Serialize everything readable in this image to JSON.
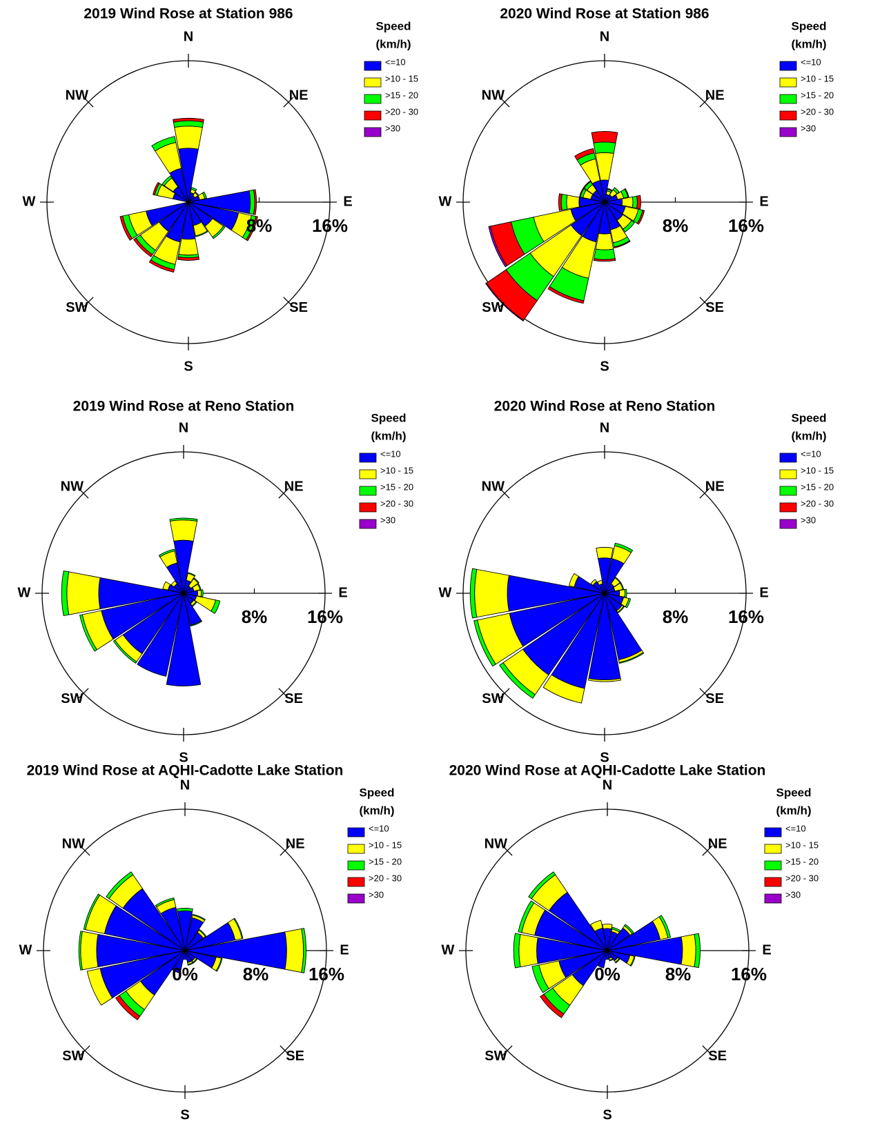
{
  "colors": {
    "speed_bins": [
      "#0000ff",
      "#ffff00",
      "#00ff00",
      "#ff0000",
      "#9900cc"
    ]
  },
  "chart_data": [
    {
      "type": "wind-rose",
      "title": "2019 Wind Rose at Station 986",
      "legend": {
        "title_line1": "Speed",
        "title_line2": "(km/h)",
        "entries": [
          "<=10",
          ">10 - 15",
          ">15 - 20",
          ">20 - 30",
          ">30"
        ]
      },
      "directions": [
        "N",
        "NE",
        "E",
        "SE",
        "S",
        "SW",
        "W",
        "NW"
      ],
      "radial_labels": [
        "8%",
        "16%"
      ],
      "rmax": 16,
      "sector_angles": [
        0,
        22.5,
        45,
        67.5,
        90,
        112.5,
        135,
        157.5,
        180,
        202.5,
        225,
        247.5,
        270,
        292.5,
        315,
        337.5
      ],
      "series": [
        [
          6.1,
          1.1,
          0.9,
          1.3,
          7.0,
          5.8,
          3.3,
          2.7,
          4.2,
          4.6,
          4.0,
          4.9,
          0.0,
          1.8,
          2.1,
          3.9
        ],
        [
          2.5,
          0.4,
          0.4,
          0.6,
          0.0,
          1.5,
          1.5,
          1.2,
          1.8,
          2.6,
          2.6,
          2.0,
          0.0,
          1.8,
          1.2,
          3.0
        ],
        [
          0.6,
          0.2,
          0.1,
          0.2,
          0.5,
          0.5,
          0.2,
          0.1,
          0.3,
          0.6,
          0.6,
          0.7,
          0.0,
          0.3,
          0.3,
          0.7
        ],
        [
          0.3,
          0.0,
          0.0,
          0.0,
          0.2,
          0.2,
          0.0,
          0.0,
          0.3,
          0.3,
          0.3,
          0.3,
          0.0,
          0.2,
          0.0,
          0.0
        ],
        [
          0,
          0,
          0,
          0,
          0,
          0,
          0,
          0,
          0,
          0,
          0,
          0,
          0,
          0,
          0,
          0
        ]
      ]
    },
    {
      "type": "wind-rose",
      "title": "2020 Wind Rose at Station 986",
      "legend": {
        "title_line1": "Speed",
        "title_line2": "(km/h)",
        "entries": [
          "<=10",
          ">10 - 15",
          ">15 - 20",
          ">20 - 30",
          ">30"
        ]
      },
      "directions": [
        "N",
        "NE",
        "E",
        "SE",
        "S",
        "SW",
        "W",
        "NW"
      ],
      "radial_labels": [
        "8%",
        "16%"
      ],
      "rmax": 16,
      "sector_angles": [
        0,
        22.5,
        45,
        67.5,
        90,
        112.5,
        135,
        157.5,
        180,
        202.5,
        225,
        247.5,
        270,
        292.5,
        315,
        337.5
      ],
      "series": [
        [
          2.5,
          0.9,
          1.0,
          1.5,
          2.0,
          2.4,
          2.5,
          3.2,
          3.6,
          4.6,
          4.6,
          3.9,
          2.9,
          1.6,
          1.6,
          2.5
        ],
        [
          3.1,
          0.4,
          0.7,
          0.7,
          1.2,
          1.5,
          1.2,
          1.5,
          1.8,
          4.2,
          5.6,
          4.3,
          1.4,
          0.9,
          0.8,
          2.5
        ],
        [
          1.2,
          0.2,
          0.3,
          0.5,
          0.5,
          0.5,
          0.4,
          0.5,
          1.1,
          2.6,
          3.3,
          2.6,
          0.6,
          0.3,
          0.4,
          0.7
        ],
        [
          1.2,
          0.1,
          0.0,
          0.1,
          0.4,
          0.2,
          0.0,
          0.1,
          0.2,
          0.3,
          2.7,
          2.4,
          0.3,
          0.1,
          0.1,
          0.5
        ],
        [
          0,
          0,
          0,
          0,
          0,
          0,
          0,
          0,
          0,
          0,
          0.1,
          0.2,
          0,
          0,
          0,
          0
        ]
      ]
    },
    {
      "type": "wind-rose",
      "title": "2019 Wind Rose at Reno Station",
      "legend": {
        "title_line1": "Speed",
        "title_line2": "(km/h)",
        "entries": [
          "<=10",
          ">10 - 15",
          ">15 - 20",
          ">20 - 30",
          ">30"
        ]
      },
      "directions": [
        "N",
        "NE",
        "E",
        "SE",
        "S",
        "SW",
        "W",
        "NW"
      ],
      "radial_labels": [
        "8%",
        "16%"
      ],
      "rmax": 16,
      "sector_angles": [
        0,
        22.5,
        45,
        67.5,
        90,
        112.5,
        135,
        157.5,
        180,
        202.5,
        225,
        247.5,
        270,
        292.5,
        315,
        337.5
      ],
      "series": [
        [
          6.0,
          1.5,
          1.0,
          1.2,
          1.6,
          1.5,
          1.4,
          3.7,
          10.5,
          9.6,
          8.3,
          9.5,
          9.6,
          1.8,
          1.3,
          3.5
        ],
        [
          2.3,
          0.8,
          1.0,
          0.7,
          0.4,
          2.2,
          0.3,
          0.0,
          0.0,
          0.0,
          1.1,
          2.2,
          3.6,
          0.6,
          0.4,
          1.4
        ],
        [
          0.2,
          0.1,
          0.1,
          0.1,
          0.2,
          0.5,
          0.1,
          0.1,
          0.0,
          0.0,
          0.2,
          0.3,
          0.6,
          0.0,
          0.0,
          0.2
        ],
        [
          0,
          0,
          0,
          0,
          0,
          0,
          0,
          0,
          0,
          0,
          0,
          0,
          0,
          0,
          0,
          0
        ],
        [
          0,
          0,
          0,
          0,
          0,
          0,
          0,
          0,
          0,
          0,
          0,
          0,
          0,
          0,
          0,
          0
        ]
      ]
    },
    {
      "type": "wind-rose",
      "title": "2020 Wind Rose at Reno Station",
      "legend": {
        "title_line1": "Speed",
        "title_line2": "(km/h)",
        "entries": [
          "<=10",
          ">10 - 15",
          ">15 - 20",
          ">20 - 30",
          ">30"
        ]
      },
      "directions": [
        "N",
        "NE",
        "E",
        "SE",
        "S",
        "SW",
        "W",
        "NW"
      ],
      "radial_labels": [
        "8%",
        "16%"
      ],
      "rmax": 16,
      "sector_angles": [
        0,
        22.5,
        45,
        67.5,
        90,
        112.5,
        135,
        157.5,
        180,
        202.5,
        225,
        247.5,
        270,
        292.5,
        315,
        337.5
      ],
      "series": [
        [
          4.0,
          4.0,
          1.3,
          1.2,
          1.7,
          2.2,
          2.4,
          7.7,
          9.8,
          11.0,
          11.2,
          11.0,
          11.0,
          3.5,
          1.6,
          1.1
        ],
        [
          1.2,
          1.5,
          0.8,
          0.9,
          0.6,
          0.6,
          0.2,
          0.3,
          0.2,
          1.7,
          2.7,
          3.7,
          3.7,
          0.6,
          0.3,
          0.4
        ],
        [
          0.0,
          0.3,
          0.1,
          0.1,
          0.2,
          0.2,
          0.1,
          0.1,
          0.0,
          0.0,
          0.5,
          0.4,
          0.5,
          0.0,
          0.0,
          0.0
        ],
        [
          0,
          0,
          0,
          0,
          0,
          0,
          0,
          0,
          0,
          0,
          0,
          0,
          0,
          0,
          0,
          0
        ],
        [
          0,
          0,
          0,
          0,
          0,
          0,
          0,
          0,
          0,
          0,
          0,
          0,
          0,
          0,
          0,
          0
        ]
      ]
    },
    {
      "type": "wind-rose",
      "title": "2019 Wind Rose at AQHI-Cadotte Lake Station",
      "legend": {
        "title_line1": "Speed",
        "title_line2": "(km/h)",
        "entries": [
          "<=10",
          ">10 - 15",
          ">15 - 20",
          ">20 - 30",
          ">30"
        ]
      },
      "directions": [
        "N",
        "NE",
        "E",
        "SE",
        "S",
        "SW",
        "W",
        "NW"
      ],
      "radial_labels": [
        "0%",
        "8%",
        "16%"
      ],
      "rmax": 16,
      "sector_angles": [
        0,
        22.5,
        45,
        67.5,
        90,
        112.5,
        135,
        157.5,
        180,
        202.5,
        225,
        247.5,
        270,
        292.5,
        315,
        337.5
      ],
      "series": [
        [
          4.5,
          3.8,
          2.5,
          5.8,
          11.5,
          3.6,
          1.4,
          1.4,
          1.0,
          2.6,
          6.1,
          9.8,
          10.0,
          9.3,
          8.5,
          5.0
        ],
        [
          0.0,
          0.3,
          0.3,
          0.8,
          1.9,
          0.6,
          0.2,
          0.2,
          0.0,
          0.0,
          2.0,
          1.5,
          1.8,
          2.2,
          1.9,
          0.9
        ],
        [
          0.3,
          0.1,
          0.1,
          0.1,
          0.3,
          0.1,
          0.1,
          0.1,
          0.0,
          0.0,
          0.9,
          0.0,
          0.2,
          0.2,
          0.4,
          0.2
        ],
        [
          0,
          0,
          0,
          0,
          0,
          0,
          0,
          0,
          0,
          0,
          0.5,
          0,
          0,
          0,
          0,
          0
        ],
        [
          0,
          0,
          0,
          0,
          0,
          0,
          0,
          0,
          0,
          0,
          0,
          0,
          0,
          0,
          0,
          0
        ]
      ]
    },
    {
      "type": "wind-rose",
      "title": "2020 Wind Rose at AQHI-Cadotte Lake Station",
      "legend": {
        "title_line1": "Speed",
        "title_line2": "(km/h)",
        "entries": [
          "<=10",
          ">10 - 15",
          ">15 - 20",
          ">20 - 30",
          ">30"
        ]
      },
      "directions": [
        "N",
        "NE",
        "E",
        "SE",
        "S",
        "SW",
        "W",
        "NW"
      ],
      "radial_labels": [
        "0%",
        "8%",
        "16%"
      ],
      "rmax": 16,
      "sector_angles": [
        0,
        22.5,
        45,
        67.5,
        90,
        112.5,
        135,
        157.5,
        180,
        202.5,
        225,
        247.5,
        270,
        292.5,
        315,
        337.5
      ],
      "series": [
        [
          2.5,
          2.2,
          3.1,
          6.1,
          8.5,
          2.6,
          1.4,
          0.9,
          1.0,
          2.0,
          4.8,
          5.6,
          8.0,
          8.4,
          8.0,
          2.6
        ],
        [
          0.5,
          0.3,
          0.3,
          0.9,
          1.5,
          0.5,
          0.2,
          0.2,
          0.0,
          0.0,
          2.7,
          2.3,
          2.0,
          1.5,
          2.4,
          0.9
        ],
        [
          0.0,
          0.2,
          0.2,
          0.3,
          0.5,
          0.1,
          0.1,
          0.1,
          0.0,
          0.0,
          1.2,
          0.8,
          0.6,
          0.4,
          0.4,
          0.0
        ],
        [
          0,
          0,
          0,
          0,
          0,
          0,
          0,
          0,
          0,
          0,
          0.5,
          0,
          0,
          0,
          0,
          0
        ],
        [
          0,
          0,
          0,
          0,
          0,
          0,
          0,
          0,
          0,
          0,
          0,
          0,
          0,
          0,
          0,
          0
        ]
      ]
    }
  ]
}
